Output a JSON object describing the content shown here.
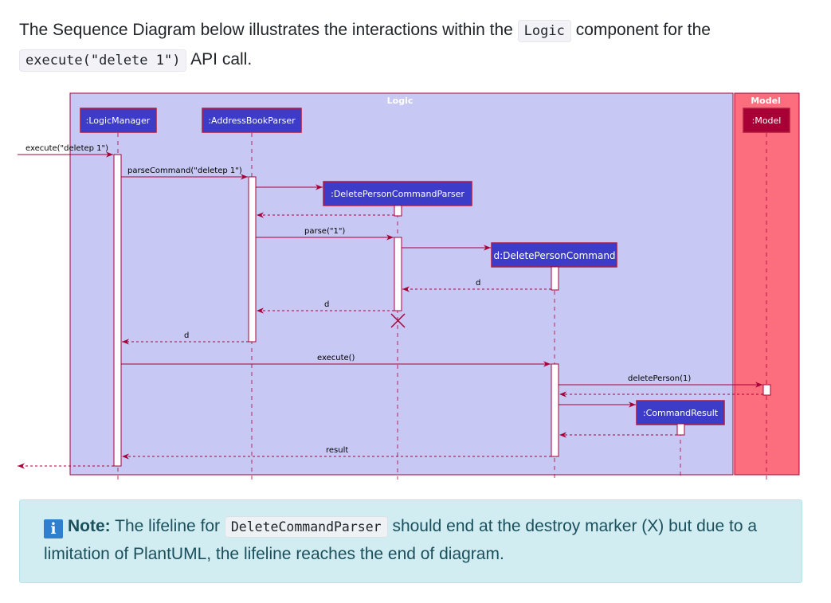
{
  "intro": {
    "part1": "The Sequence Diagram below illustrates the interactions within the ",
    "code1": "Logic",
    "part2": " component for the ",
    "code2": "execute(\"delete 1\")",
    "part3": " API call."
  },
  "diagram": {
    "boxes": {
      "logic": "Logic",
      "model": "Model"
    },
    "participants": {
      "logic_manager": ":LogicManager",
      "address_book_parser": ":AddressBookParser",
      "delete_parser": ":DeletePersonCommandParser",
      "delete_command": "d:DeletePersonCommand",
      "command_result": ":CommandResult",
      "model": ":Model"
    },
    "messages": {
      "execute_call": "execute(\"deletep 1\")",
      "parse_command": "parseCommand(\"deletep 1\")",
      "parse": "parse(\"1\")",
      "return_d_1": "d",
      "return_d_2": "d",
      "return_d_3": "d",
      "execute": "execute()",
      "delete_person": "deletePerson(1)",
      "result": "result"
    },
    "colors": {
      "logic_box": "#c8c8f5",
      "model_box": "#fc6e7e",
      "participant_fill": "#3c3cc8",
      "participant_border": "#b01c3c",
      "arrow": "#a80036"
    }
  },
  "note": {
    "icon": "info-icon",
    "label": "Note:",
    "text1": " The lifeline for ",
    "code": "DeleteCommandParser",
    "text2": " should end at the destroy marker (X) but due to a limitation of PlantUML, the lifeline reaches the end of diagram."
  }
}
